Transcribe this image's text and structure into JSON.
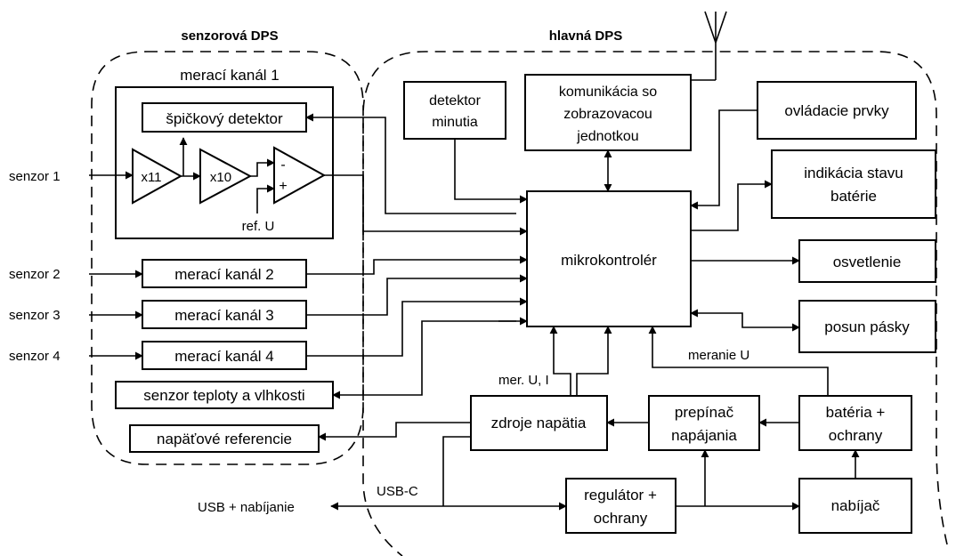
{
  "regions": {
    "sensor_pcb": "senzorová DPS",
    "main_pcb": "hlavná DPS"
  },
  "blocks": {
    "channel1_title": "merací kanál 1",
    "peak_detector": "špičkový detektor",
    "amp1": "x11",
    "amp2": "x10",
    "comp_minus": "-",
    "comp_plus": "+",
    "ref_u": "ref. U",
    "channel2": "merací kanál 2",
    "channel3": "merací kanál 3",
    "channel4": "merací kanál 4",
    "temp_humidity": "senzor teploty a vlhkosti",
    "voltage_ref": "napäťové referencie",
    "minute_detector": [
      "detektor",
      "minutia"
    ],
    "display_comm": [
      "komunikácia so",
      "zobrazovacou",
      "jednotkou"
    ],
    "controls": "ovládacie prvky",
    "battery_status": [
      "indikácia stavu",
      "batérie"
    ],
    "mcu": "mikrokontrolér",
    "lighting": "osvetlenie",
    "tape_feed": "posun pásky",
    "power_sources": "zdroje napätia",
    "power_switch": [
      "prepínač",
      "napájania"
    ],
    "battery": [
      "batéria +",
      "ochrany"
    ],
    "regulator": [
      "regulátor +",
      "ochrany"
    ],
    "charger": "nabíjač"
  },
  "inputs": {
    "sensor1": "senzor 1",
    "sensor2": "senzor 2",
    "sensor3": "senzor 3",
    "sensor4": "senzor 4",
    "usb": "USB + nabíjanie"
  },
  "labels": {
    "usb_c": "USB-C",
    "meas_ui": "mer. U, I",
    "meas_u": "meranie U"
  }
}
